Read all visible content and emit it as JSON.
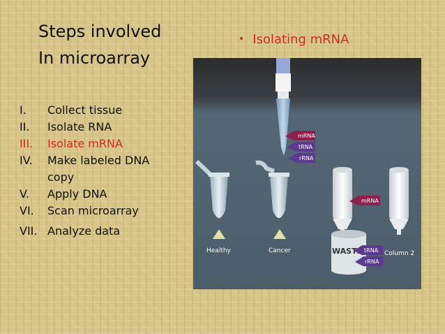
{
  "title": {
    "line1": "Steps involved",
    "line2": "In microarray"
  },
  "steps": [
    {
      "num": "I.",
      "text": "Collect tissue",
      "active": false
    },
    {
      "num": "II.",
      "text": "Isolate RNA",
      "active": false
    },
    {
      "num": "III.",
      "text": "Isolate mRNA",
      "active": true
    },
    {
      "num": "IV.",
      "text": "Make labeled DNA copy",
      "active": false
    },
    {
      "num": "V.",
      "text": "Apply DNA",
      "active": false
    },
    {
      "num": "VI.",
      "text": "Scan microarray",
      "active": false
    },
    {
      "num": "VII.",
      "text": "Analyze data",
      "active": false
    }
  ],
  "bullet": {
    "text": "Isolating mRNA"
  },
  "figure": {
    "tube_labels": {
      "healthy": "Healthy",
      "cancer": "Cancer",
      "column2": "Column 2"
    },
    "waste_label": "WASTE",
    "pipette_tags": [
      "mRNA",
      "tRNA",
      "rRNA"
    ],
    "column_tag": "mRNA",
    "waste_tags": [
      "tRNA",
      "rRNA"
    ]
  },
  "colors": {
    "background": "#d7c487",
    "accent_red": "#d42a1e",
    "figure_bg": "#3d4c58",
    "tag_purple": "#5c3a8f",
    "tag_magenta": "#8e1f4e"
  }
}
